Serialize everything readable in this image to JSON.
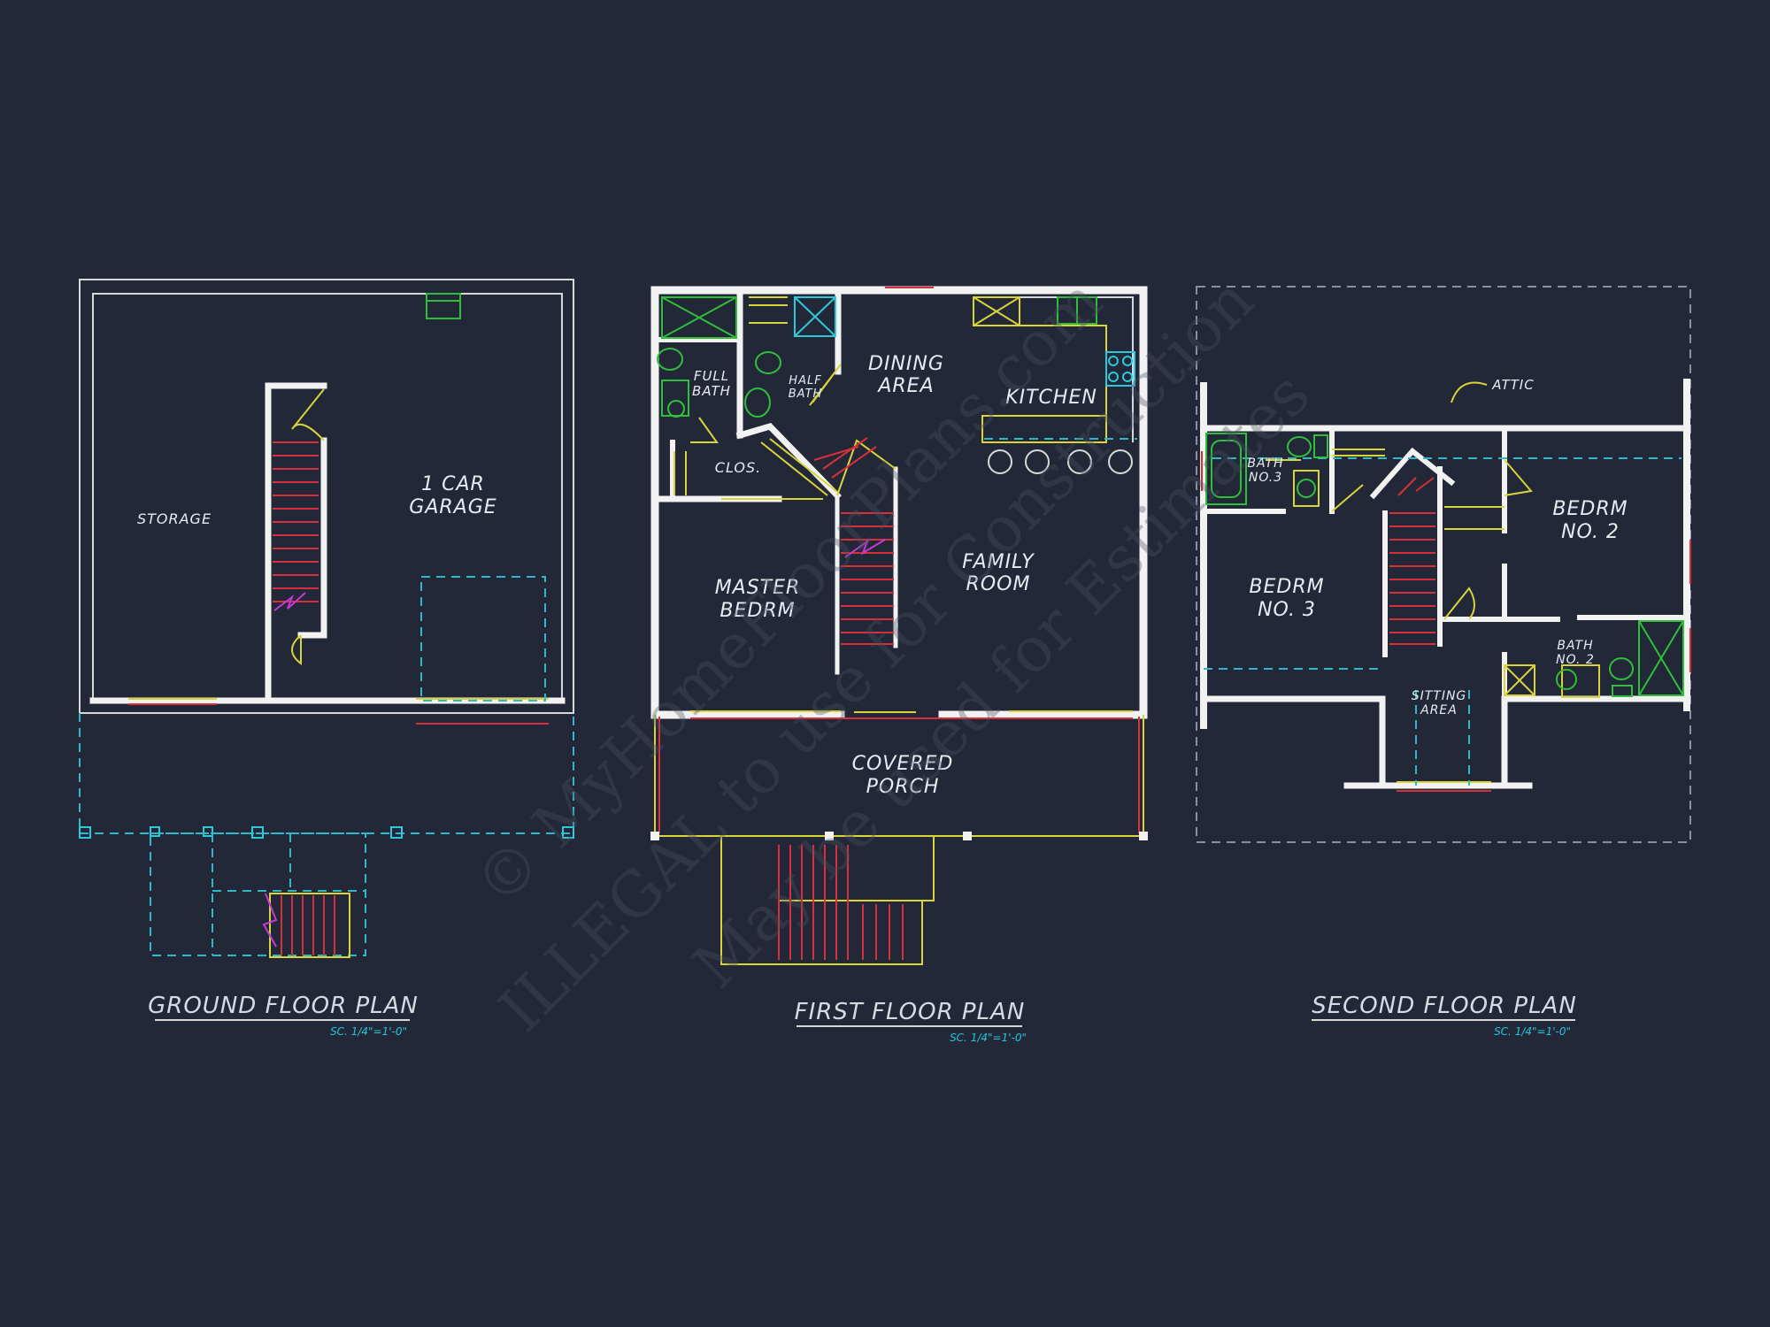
{
  "watermark": {
    "line1": "© MyHomeFloorPlans.com",
    "line2": "ILLEGAL to use for Construction",
    "line3": "May be used for Estimates"
  },
  "ground_floor": {
    "title": "GROUND FLOOR PLAN",
    "scale": "SC. 1/4\"=1'-0\"",
    "rooms": {
      "storage": "STORAGE",
      "garage_line1": "1 CAR",
      "garage_line2": "GARAGE"
    }
  },
  "first_floor": {
    "title": "FIRST FLOOR PLAN",
    "scale": "SC. 1/4\"=1'-0\"",
    "rooms": {
      "full_bath_1": "FULL",
      "full_bath_2": "BATH",
      "half_bath_1": "HALF",
      "half_bath_2": "BATH",
      "dining_1": "DINING",
      "dining_2": "AREA",
      "kitchen": "KITCHEN",
      "closet": "CLOS.",
      "master_1": "MASTER",
      "master_2": "BEDRM",
      "family_1": "FAMILY",
      "family_2": "ROOM",
      "porch_1": "COVERED",
      "porch_2": "PORCH"
    }
  },
  "second_floor": {
    "title": "SECOND FLOOR PLAN",
    "scale": "SC. 1/4\"=1'-0\"",
    "rooms": {
      "attic": "ATTIC",
      "bath3_1": "BATH",
      "bath3_2": "NO.3",
      "bedrm2_1": "BEDRM",
      "bedrm2_2": "NO. 2",
      "bedrm3_1": "BEDRM",
      "bedrm3_2": "NO. 3",
      "bath2_1": "BATH",
      "bath2_2": "NO. 2",
      "sitting_1": "SITTING",
      "sitting_2": "AREA"
    }
  }
}
